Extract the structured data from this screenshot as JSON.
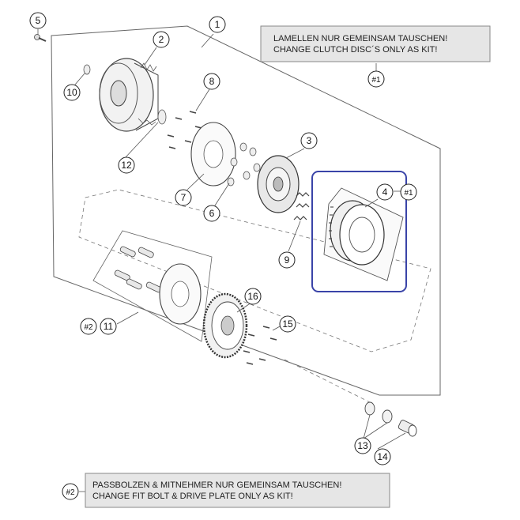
{
  "notes": {
    "kit1": {
      "line1": "LAMELLEN NUR GEMEINSAM TAUSCHEN!",
      "line2": "CHANGE CLUTCH DISC´S ONLY AS KIT!",
      "ref": "#1"
    },
    "kit2": {
      "line1": "PASSBOLZEN & MITNEHMER NUR GEMEINSAM TAUSCHEN!",
      "line2": "CHANGE FIT BOLT & DRIVE PLATE ONLY AS KIT!",
      "ref": "#2"
    }
  },
  "callouts": {
    "c1": "1",
    "c2": "2",
    "c3": "3",
    "c4": "4",
    "c5": "5",
    "c6": "6",
    "c7": "7",
    "c8": "8",
    "c9": "9",
    "c10": "10",
    "c11": "11",
    "c12": "12",
    "c13": "13",
    "c14": "14",
    "c15": "15",
    "c16": "16",
    "r1": "#1",
    "r2": "#2"
  },
  "colors": {
    "highlight": "#3a44a8",
    "note_fill": "#e6e6e6",
    "line": "#555555"
  }
}
